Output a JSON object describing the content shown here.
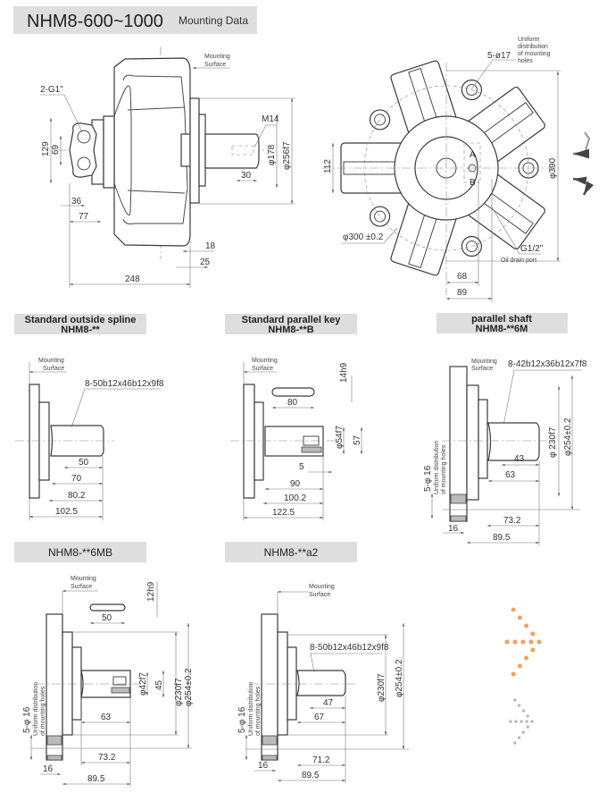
{
  "header": {
    "title": "NHM8-600~1000",
    "subtitle": "Mounting Data"
  },
  "main_view": {
    "mounting_surface": [
      "Mounting",
      "Surface"
    ],
    "port_label": "2-G1\"",
    "thread_label": "M14",
    "dims": {
      "d129": "129",
      "d69": "69",
      "d36": "36",
      "d77": "77",
      "d248": "248",
      "d18": "18",
      "d25": "25",
      "d30": "30",
      "phi178": "φ178",
      "phi256": "φ256f7"
    }
  },
  "front_view": {
    "holes_label": "5-ø17",
    "holes_note": [
      "Uniform",
      "distribution",
      "of mounting",
      "holes"
    ],
    "port_a": "A",
    "port_b": "B",
    "dims": {
      "d112": "112",
      "phi300": "φ300 ±0.2",
      "phi390": "φ390",
      "d68": "68",
      "d89": "89"
    },
    "drain_thread": "G1/2\"",
    "drain_label": "Oil drain port"
  },
  "variants": [
    {
      "title": [
        "Standard outside spline",
        "NHM8-**"
      ],
      "mounting_surface": [
        "Mounting",
        "Surface"
      ],
      "spec": "8-50b12x46b12x9f8",
      "dims": {
        "a": "50",
        "b": "70",
        "c": "80.2",
        "d": "102.5"
      }
    },
    {
      "title": [
        "Standard parallel key",
        "NHM8-**B"
      ],
      "mounting_surface": [
        "Mounting",
        "Surface"
      ],
      "dims": {
        "key_len": "80",
        "key_w": "14h9",
        "phi": "φ54f7",
        "h": "57",
        "a": "5",
        "b": "90",
        "c": "100.2",
        "d": "122.5"
      }
    },
    {
      "title": [
        "parallel shaft",
        "NHM8-**6M"
      ],
      "mounting_surface": [
        "Mounting",
        "Surface"
      ],
      "spec": "8-42b12x36b12x7f8",
      "holes": "5-φ 16",
      "holes_note": [
        "Uniform distribution",
        "of mounting holes"
      ],
      "dims": {
        "a": "43",
        "b": "63",
        "c": "73.2",
        "d": "89.5",
        "e": "16",
        "phi1": "φ 230f7",
        "phi2": "φ254±0.2"
      }
    },
    {
      "title": [
        "NHM8-**6MB"
      ],
      "mounting_surface": [
        "Mounting",
        "Surface"
      ],
      "holes": "5-φ 16",
      "holes_note": [
        "Uniform distribution",
        "of mounting holes"
      ],
      "dims": {
        "key_len": "50",
        "key_w": "12h9",
        "phi": "φ42f7",
        "h": "45",
        "b": "63",
        "c": "73.2",
        "d": "89.5",
        "e": "16",
        "phi1": "φ230f7",
        "phi2": "φ254±0.2"
      }
    },
    {
      "title": [
        "NHM8-**a2"
      ],
      "mounting_surface": [
        "Mounting",
        "Surface"
      ],
      "spec": "8-50b12x46b12x9f8",
      "holes": "5-φ 16",
      "holes_note": [
        "Uniform distribution",
        "of mounting holes"
      ],
      "dims": {
        "a": "47",
        "b": "67",
        "c": "71.2",
        "d": "89.5",
        "e": "16",
        "phi1": "φ230f7",
        "phi2": "φ254±0.2"
      }
    }
  ],
  "colors": {
    "header_bg": "#dedede",
    "line": "#4a4a4a",
    "dot_accent": "#f0a060",
    "dot_gray": "#b5b5b5"
  },
  "icons": [
    "rotation-arrows-icon",
    "dotted-arrow-decoration"
  ]
}
